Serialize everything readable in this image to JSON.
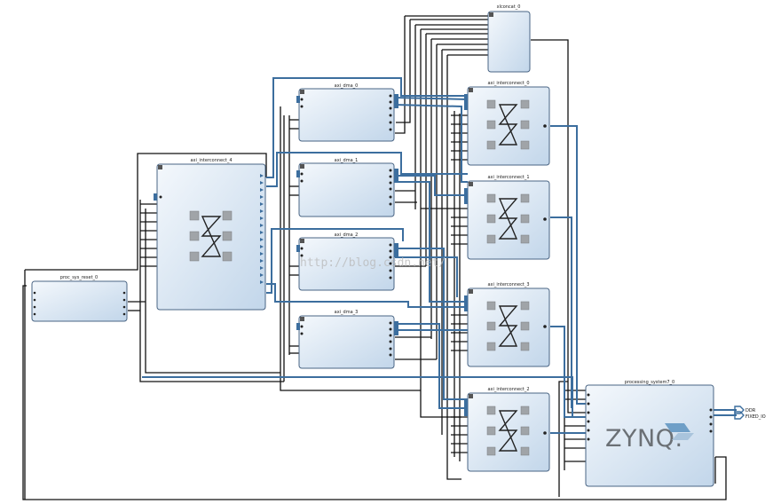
{
  "blocks": [
    {
      "id": "xlconcat_0",
      "label": "xlconcat_0"
    },
    {
      "id": "axi_interconnect_0",
      "label": "axi_interconnect_0"
    },
    {
      "id": "axi_dma_0",
      "label": "axi_dma_0"
    },
    {
      "id": "axi_interconnect_4",
      "label": "axi_interconnect_4"
    },
    {
      "id": "axi_dma_1",
      "label": "axi_dma_1"
    },
    {
      "id": "axi_interconnect_1",
      "label": "axi_interconnect_1"
    },
    {
      "id": "axi_dma_2",
      "label": "axi_dma_2"
    },
    {
      "id": "proc_sys_reset_0",
      "label": "proc_sys_reset_0"
    },
    {
      "id": "axi_dma_3",
      "label": "axi_dma_3"
    },
    {
      "id": "axi_interconnect_3",
      "label": "axi_interconnect_3"
    },
    {
      "id": "axi_interconnect_2",
      "label": "axi_interconnect_2"
    },
    {
      "id": "processing_system7_0",
      "label": "processing_system7_0",
      "logo": "ZYNQ."
    }
  ],
  "external_ports": [
    {
      "label": "DDR"
    },
    {
      "label": "FIXED_IO"
    }
  ],
  "watermark": "http://blog.csdn.net/",
  "colors": {
    "bus": "#3c6e9e",
    "wire": "#111111",
    "block_fill_start": "#f2f6fb",
    "block_fill_end": "#c4d7ea",
    "block_border": "#4a6584"
  }
}
